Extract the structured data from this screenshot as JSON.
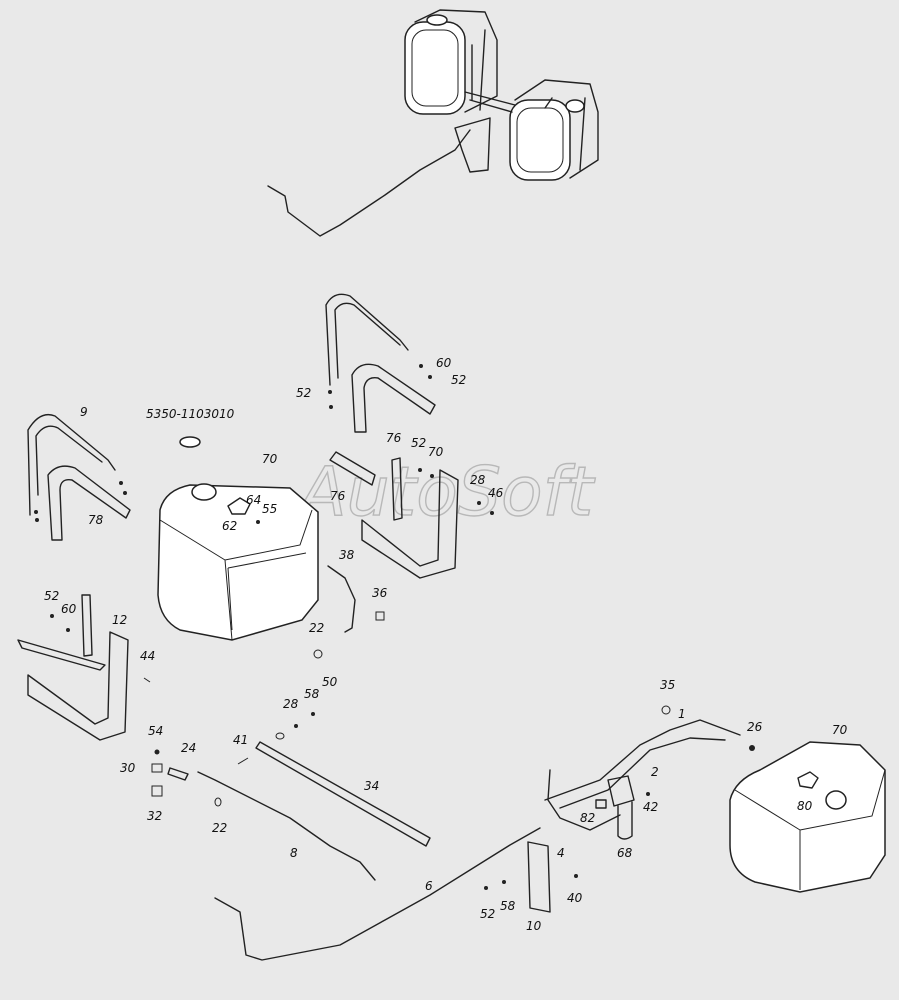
{
  "watermark": "AutoSoft",
  "part_number": "5350-1103010",
  "callouts": [
    {
      "id": "c-60a",
      "text": "60"
    },
    {
      "id": "c-52a",
      "text": "52"
    },
    {
      "id": "c-52b",
      "text": "52"
    },
    {
      "id": "c-9",
      "text": "9"
    },
    {
      "id": "c-78",
      "text": "78"
    },
    {
      "id": "c-70a",
      "text": "70"
    },
    {
      "id": "c-76a",
      "text": "76"
    },
    {
      "id": "c-52c",
      "text": "52"
    },
    {
      "id": "c-70b",
      "text": "70"
    },
    {
      "id": "c-64",
      "text": "64"
    },
    {
      "id": "c-62",
      "text": "62"
    },
    {
      "id": "c-55",
      "text": "55"
    },
    {
      "id": "c-76b",
      "text": "76"
    },
    {
      "id": "c-28a",
      "text": "28"
    },
    {
      "id": "c-46",
      "text": "46"
    },
    {
      "id": "c-38",
      "text": "38"
    },
    {
      "id": "c-36",
      "text": "36"
    },
    {
      "id": "c-52d",
      "text": "52"
    },
    {
      "id": "c-60b",
      "text": "60"
    },
    {
      "id": "c-12",
      "text": "12"
    },
    {
      "id": "c-22a",
      "text": "22"
    },
    {
      "id": "c-44",
      "text": "44"
    },
    {
      "id": "c-50",
      "text": "50"
    },
    {
      "id": "c-58a",
      "text": "58"
    },
    {
      "id": "c-28b",
      "text": "28"
    },
    {
      "id": "c-35",
      "text": "35"
    },
    {
      "id": "c-1",
      "text": "1"
    },
    {
      "id": "c-26",
      "text": "26"
    },
    {
      "id": "c-70c",
      "text": "70"
    },
    {
      "id": "c-54",
      "text": "54"
    },
    {
      "id": "c-41",
      "text": "41"
    },
    {
      "id": "c-24",
      "text": "24"
    },
    {
      "id": "c-30",
      "text": "30"
    },
    {
      "id": "c-34",
      "text": "34"
    },
    {
      "id": "c-2",
      "text": "2"
    },
    {
      "id": "c-42",
      "text": "42"
    },
    {
      "id": "c-80",
      "text": "80"
    },
    {
      "id": "c-32",
      "text": "32"
    },
    {
      "id": "c-22b",
      "text": "22"
    },
    {
      "id": "c-82",
      "text": "82"
    },
    {
      "id": "c-4",
      "text": "4"
    },
    {
      "id": "c-68",
      "text": "68"
    },
    {
      "id": "c-8",
      "text": "8"
    },
    {
      "id": "c-6",
      "text": "6"
    },
    {
      "id": "c-40",
      "text": "40"
    },
    {
      "id": "c-52e",
      "text": "52"
    },
    {
      "id": "c-58b",
      "text": "58"
    },
    {
      "id": "c-10",
      "text": "10"
    }
  ]
}
